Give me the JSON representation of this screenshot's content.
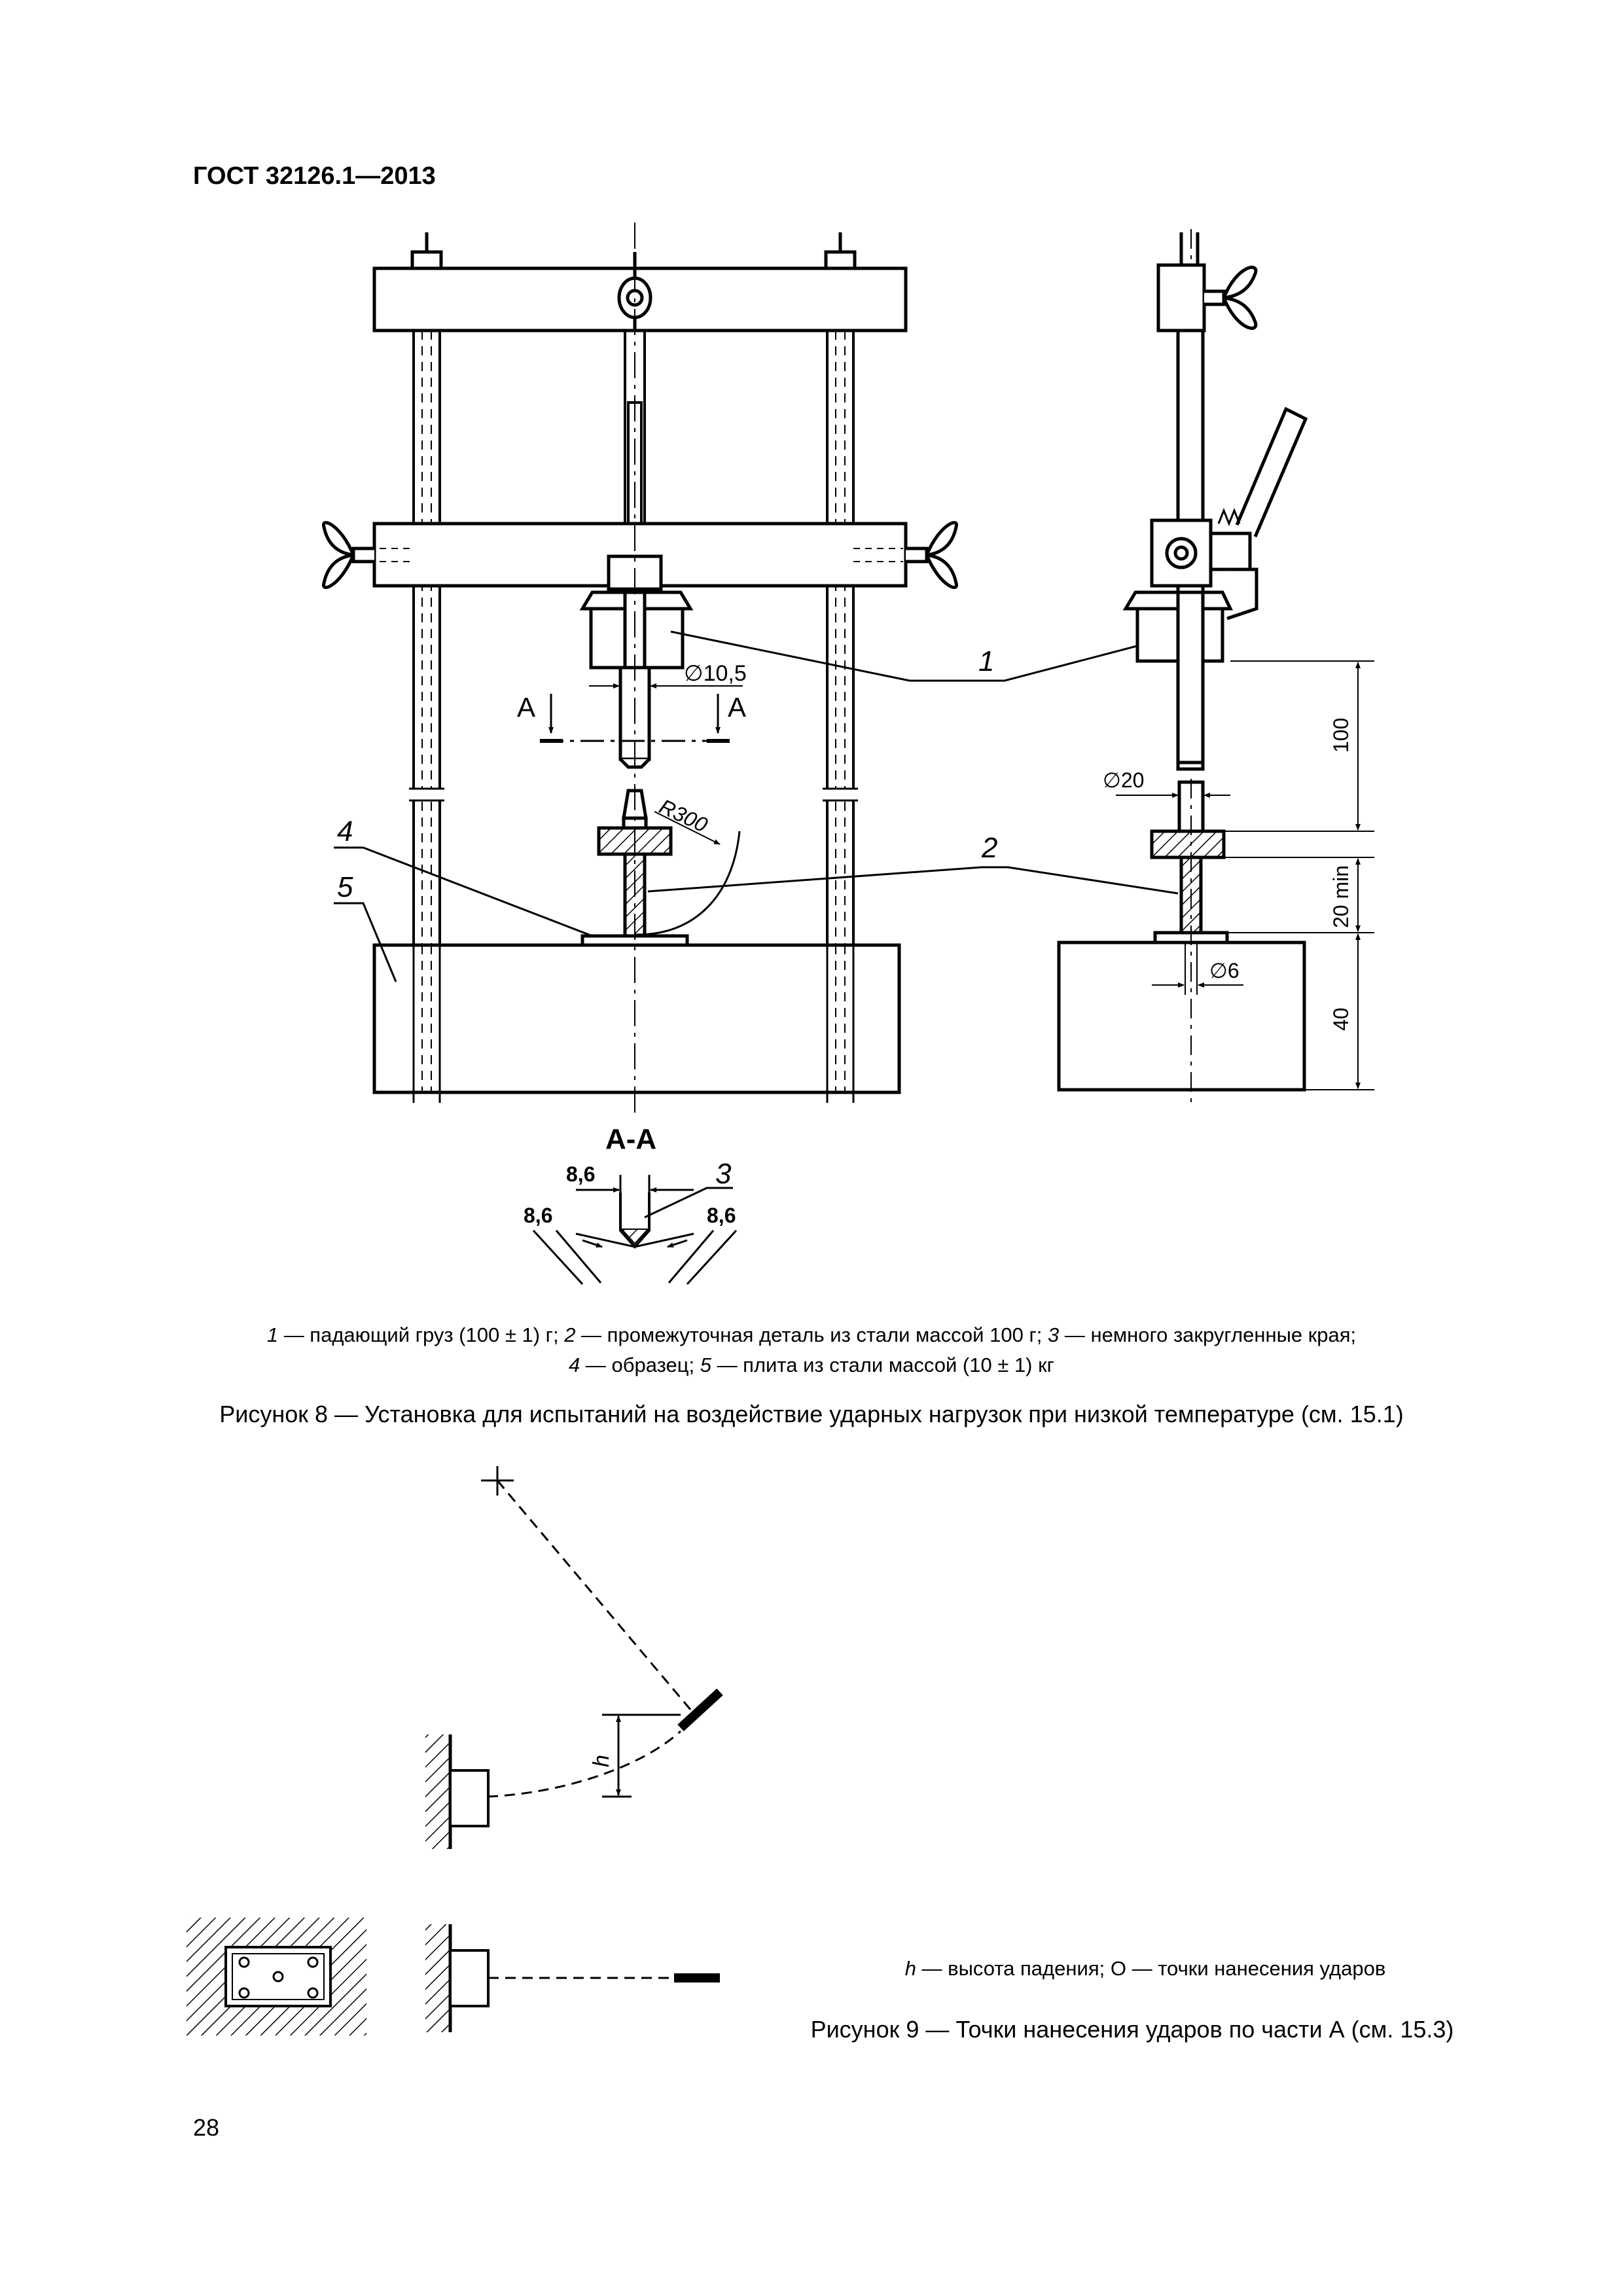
{
  "header": {
    "standard": "ГОСТ 32126.1—2013"
  },
  "figure8": {
    "callouts": [
      "1",
      "2",
      "3",
      "4",
      "5"
    ],
    "section_marks": {
      "left": "A",
      "right": "A",
      "section_title": "A-A"
    },
    "dimensions": {
      "bore": "∅10,5",
      "radius": "R300",
      "rod_diameter": "∅20",
      "pin_diameter": "∅6",
      "drop": "100",
      "min_gap": "20 min",
      "base_height": "40",
      "edge_top": "8,6",
      "edge_left": "8,6",
      "edge_right": "8,6"
    },
    "legend": {
      "item1_num": "1",
      "item1_text": " — падающий груз (100 ± 1) г; ",
      "item2_num": "2",
      "item2_text": " — промежуточная деталь из стали массой 100 г; ",
      "item3_num": "3",
      "item3_text": " — немного закругленные края;",
      "item4_num": "4",
      "item4_text": " — образец; ",
      "item5_num": "5",
      "item5_text": " — плита из стали массой (10 ± 1) кг"
    },
    "caption": "Рисунок 8 — Установка для испытаний на воздействие ударных нагрузок при низкой температуре (см. 15.1)"
  },
  "figure9": {
    "height_symbol": "h",
    "legend": {
      "h_symbol": "h",
      "h_text": " — высота падения;  ",
      "point_symbol": "O",
      "point_text": " — точки нанесения ударов"
    },
    "caption": "Рисунок 9 — Точки нанесения ударов по части А (см. 15.3)"
  },
  "page_number": "28"
}
